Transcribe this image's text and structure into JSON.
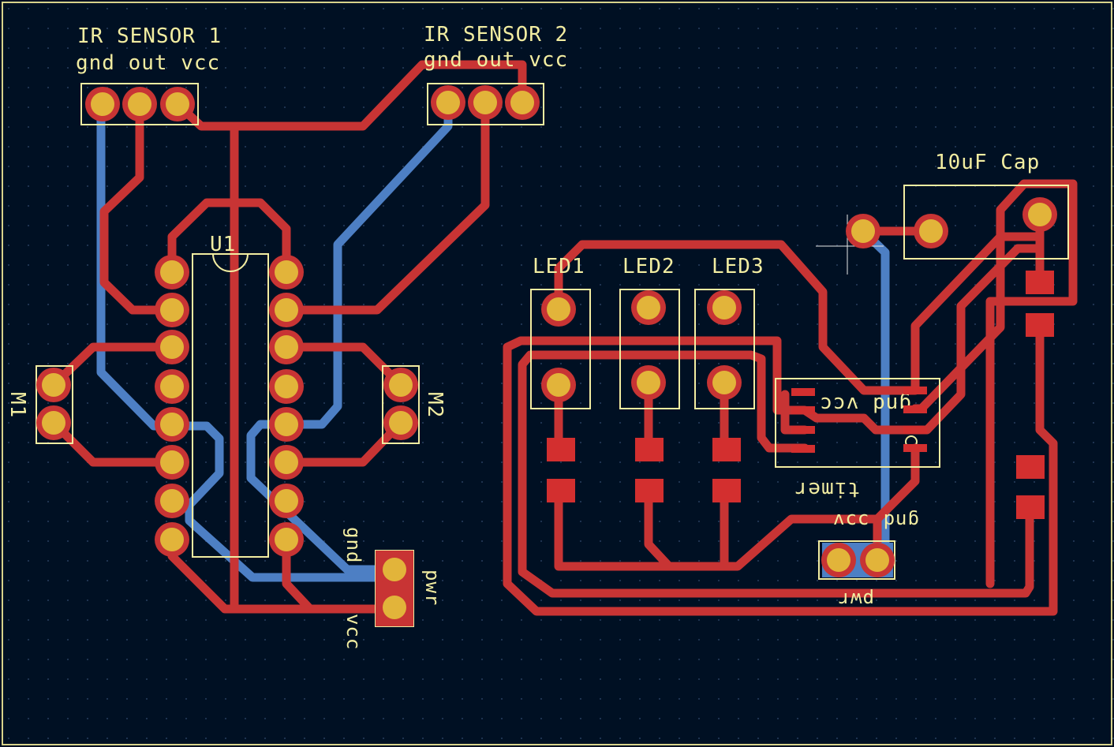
{
  "colors": {
    "background": "#001023",
    "front_copper": "#c83434",
    "back_copper": "#4d7fc4",
    "silkscreen": "#f2eda1",
    "pad": "#e2b43a"
  },
  "labels": {
    "ir1_title": "IR SENSOR 1",
    "ir1_pins": "gnd out vcc",
    "ir2_title": "IR SENSOR 2",
    "ir2_pins": "gnd out vcc",
    "ic_ref": "U1",
    "m1": "M1",
    "m2": "M2",
    "pwr_left": "pwr",
    "gnd_left": "gnd",
    "vcc_left": "vcc",
    "led1": "LED1",
    "led2": "LED2",
    "led3": "LED3",
    "cap": "10uF Cap",
    "timer_pins": "gnd vcc",
    "timer_ref": "timer",
    "vcc_right": "vcc",
    "gnd_right": "gnd",
    "pwr_right": "pwr"
  }
}
